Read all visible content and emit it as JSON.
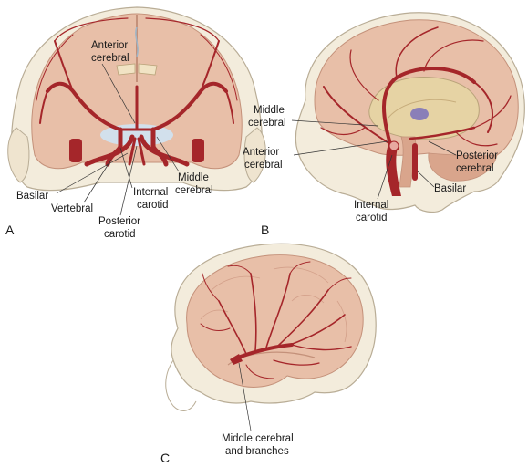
{
  "panels": {
    "a": {
      "letter": "A",
      "labels": {
        "anterior_cerebral_1": "Anterior",
        "anterior_cerebral_2": "cerebral",
        "middle_cerebral_1": "Middle",
        "middle_cerebral_2": "cerebral",
        "basilar": "Basilar",
        "vertebral": "Vertebral",
        "internal_carotid_1": "Internal",
        "internal_carotid_2": "carotid",
        "posterior_carotid_1": "Posterior",
        "posterior_carotid_2": "carotid"
      }
    },
    "b": {
      "letter": "B",
      "labels": {
        "middle_cerebral_1": "Middle",
        "middle_cerebral_2": "cerebral",
        "anterior_cerebral_1": "Anterior",
        "anterior_cerebral_2": "cerebral",
        "posterior_cerebral_1": "Posterior",
        "posterior_cerebral_2": "cerebral",
        "basilar": "Basilar",
        "internal_carotid_1": "Internal",
        "internal_carotid_2": "carotid"
      }
    },
    "c": {
      "letter": "C",
      "labels": {
        "middle_cerebral_1": "Middle cerebral",
        "middle_cerebral_2": "and branches"
      }
    }
  },
  "colors": {
    "brain": "#e8bfa8",
    "brain_shade": "#d9a58c",
    "vessel": "#a5262a",
    "skull": "#f3ecdc",
    "skull_line": "#b9ad96",
    "inner": "#e6d3a4",
    "fluid": "#cfe3f3",
    "ventricle": "#8a7fb8"
  }
}
